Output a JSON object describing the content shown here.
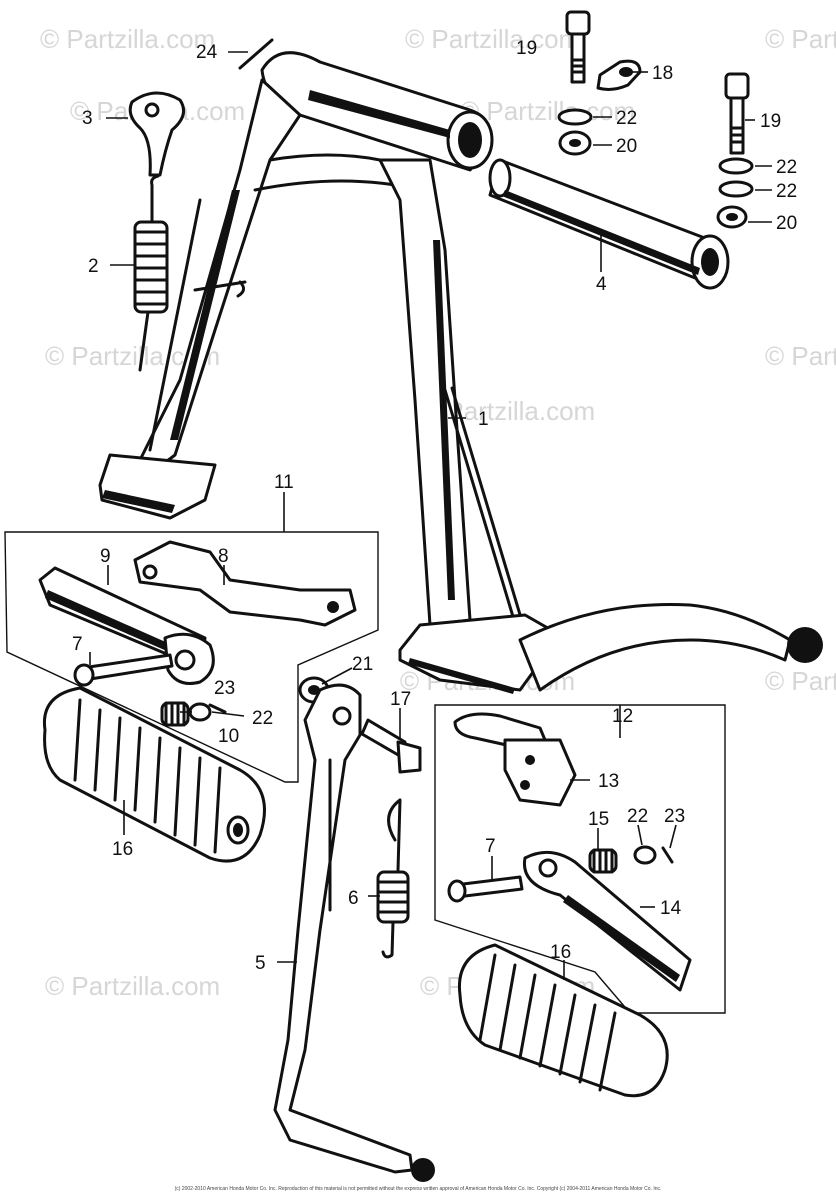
{
  "watermarks": [
    "© Partzilla.com",
    "© Partzilla.com",
    "© Partzilla.com",
    "© Partzilla.com",
    "© Partzilla.com",
    "© Partzilla.com",
    "© Partzilla.com",
    "© Partzilla.com",
    "© Partzilla.com",
    "© Partzilla.com",
    "© Partzilla.com",
    "© Partzilla.com"
  ],
  "callouts": {
    "c1": "1",
    "c2": "2",
    "c3": "3",
    "c4": "4",
    "c5": "5",
    "c6": "6",
    "c7a": "7",
    "c7b": "7",
    "c8": "8",
    "c9": "9",
    "c10": "10",
    "c11": "11",
    "c12": "12",
    "c13": "13",
    "c14": "14",
    "c15": "15",
    "c16a": "16",
    "c16b": "16",
    "c17": "17",
    "c18": "18",
    "c19a": "19",
    "c19b": "19",
    "c20a": "20",
    "c20b": "20",
    "c21": "21",
    "c22a": "22",
    "c22b": "22",
    "c22c": "22",
    "c22d": "22",
    "c22e": "22",
    "c23a": "23",
    "c23b": "23",
    "c24": "24"
  },
  "copyright": "(c) 2002-2010 American Honda Motor Co. Inc. Reproduction of this material is not permitted without the express written approval of American Honda Motor Co. Inc. Copyright (c) 2004-2011 American Honda Motor Co. Inc."
}
